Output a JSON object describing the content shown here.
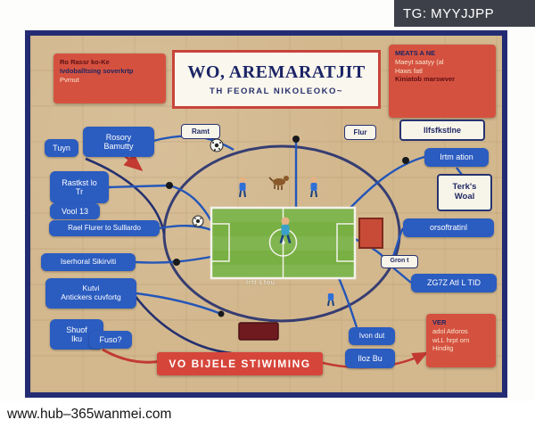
{
  "overlay": {
    "tg_badge": "TG: MYYJJPP",
    "watermark": "www.hub–365wanmei.com"
  },
  "header": {
    "title": "WO, AREMARATJIT",
    "subtitle": "TH FEORAL NIKOLEOKO~"
  },
  "top_left_box": {
    "line1": "Ro Rassr ko-Ke",
    "line2": "Ivdoballtsing soverkrtp",
    "line3": "Pvrnut"
  },
  "top_right_box": {
    "line1": "MEATS A NE",
    "line2": "Maeyt saatyy (al",
    "line3": "Haws fatl",
    "line4": "Kiniatob marswver"
  },
  "left_labels": {
    "tuyn": "Tuyn",
    "rosory1": "Rosory",
    "rosory2": "Bamutty",
    "rastkst1": "Rastkst lo",
    "rastkst2": "Tr",
    "vool": "Vool 13",
    "rael": "Rael Flurer to Sulllardo",
    "iserhoral": "Iserhoral Sikirviti",
    "kutvi1": "Kutvi",
    "kutvi2": "Antickers cuvfortg",
    "shuof1": "Shuof",
    "shuof2": "Iku",
    "fuso": "Fuso?"
  },
  "center_labels": {
    "ramt": "Ramt",
    "flur": "Flur",
    "field_caption": "Irft Lfou"
  },
  "right_labels": {
    "ilfs": "Ilfsfkstlne",
    "irtm": "Irtm ation",
    "terks1": "Terk's",
    "terks2": "Woal",
    "orsoft": "orsoftratinl",
    "gront": "Gron t",
    "zg7z": "ZG7Z AtI L TID",
    "ivon": "Ivon dut",
    "iloz": "Iloz Bu"
  },
  "bottom_right_box": {
    "line1": "VER",
    "line2": "adol Atforos",
    "line3": "wLL hrpt orn",
    "line4": "Hinditg"
  },
  "banner": {
    "text": "VO BIJELE STIWIMING"
  },
  "colors": {
    "accent_blue": "#2b5cc0",
    "accent_red": "#d5513f",
    "frame_navy": "#232c72",
    "field_green": "#78b043",
    "background_tan": "#d3b88e"
  }
}
